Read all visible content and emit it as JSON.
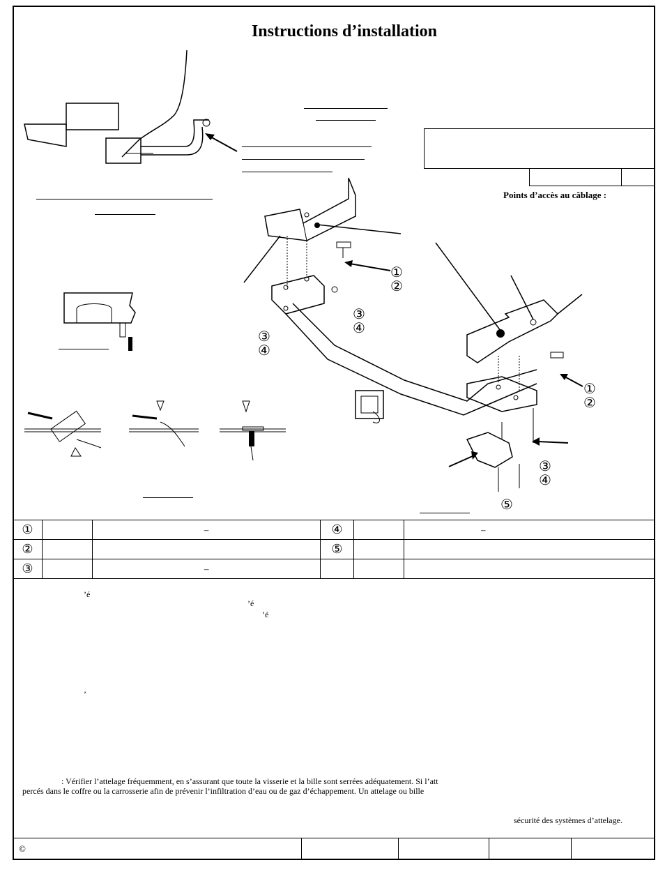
{
  "title": "Instructions d’installation",
  "wiring": {
    "label": "Points d’accès au câblage :"
  },
  "parts": {
    "rows": [
      {
        "left_num": "①",
        "left_dash": "–",
        "right_num": "④",
        "right_dash": "–"
      },
      {
        "left_num": "②",
        "left_dash": "",
        "right_num": "⑤",
        "right_dash": ""
      },
      {
        "left_num": "③",
        "left_dash": "–",
        "right_num": "",
        "right_dash": ""
      }
    ]
  },
  "callouts": {
    "c1": "①",
    "c2": "②",
    "c3": "③",
    "c4": "④",
    "c5": "⑤"
  },
  "body": {
    "frag1": "’é",
    "frag2": "’é",
    "frag3": "’é",
    "frag4": "’",
    "warning_line1": ": Vérifier l’attelage fréquemment, en s’assurant que toute la visserie et la bille sont serrées adéquatement.  Si l’att",
    "warning_line2": "percés dans le coffre ou la carrosserie afin de prévenir l’infiltration d’eau ou de gaz d’échappement.  Un attelage ou bille",
    "safety": "sécurité des systèmes d’attelage."
  },
  "footer": {
    "copyright": "©"
  }
}
